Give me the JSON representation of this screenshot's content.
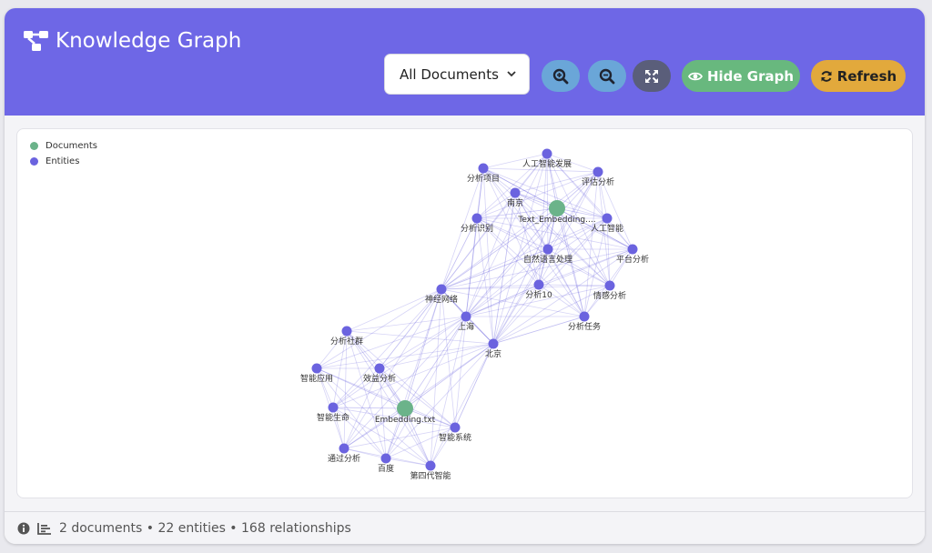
{
  "header": {
    "title": "Knowledge Graph",
    "title_icon": "sitemap-icon",
    "filter": {
      "selected": "All Documents"
    },
    "buttons": {
      "zoom_in_icon": "zoom-in-icon",
      "zoom_out_icon": "zoom-out-icon",
      "fit_icon": "expand-icon",
      "hide_label": "Hide Graph",
      "hide_icon": "eye-icon",
      "refresh_label": "Refresh",
      "refresh_icon": "refresh-icon"
    }
  },
  "legend": {
    "documents_label": "Documents",
    "entities_label": "Entities",
    "documents_color": "#6bb38a",
    "entities_color": "#6b63df"
  },
  "graph": {
    "documents": [
      "Text_Embedding....",
      "Embedding.txt"
    ],
    "entities": [
      "分析项目",
      "人工智能发展",
      "评估分析",
      "南京",
      "分析识别",
      "人工智能",
      "自然语言处理",
      "平台分析",
      "分析10",
      "情感分析",
      "分析任务",
      "神经网络",
      "上海",
      "北京",
      "分析社群",
      "智能应用",
      "效益分析",
      "智能生命",
      "智能系统",
      "通过分析",
      "百度",
      "第四代智能"
    ]
  },
  "footer": {
    "info_icon": "info-icon",
    "stats_icon": "chart-bars-icon",
    "stats": "2 documents • 22 entities • 168 relationships"
  }
}
